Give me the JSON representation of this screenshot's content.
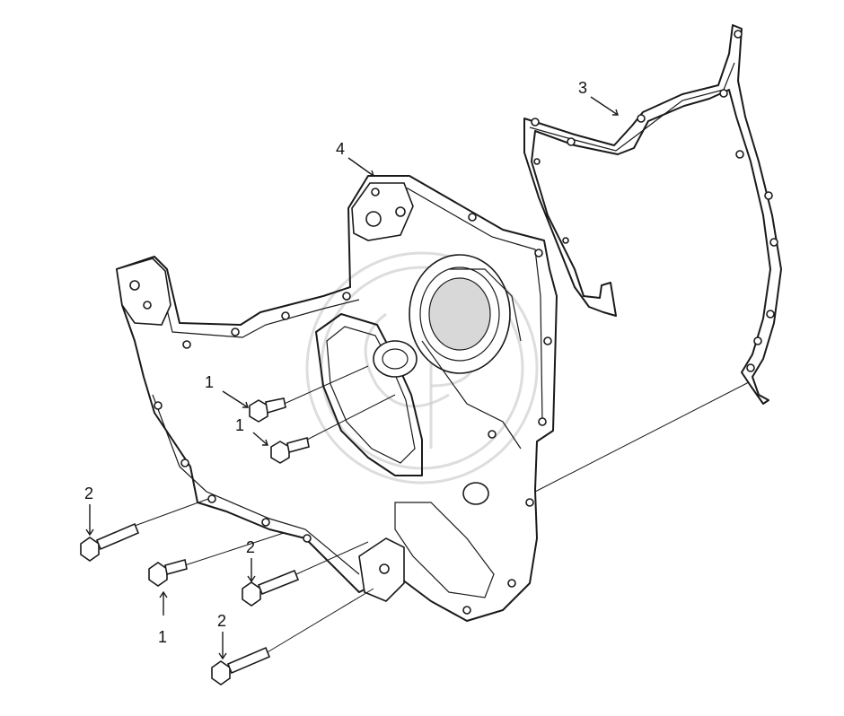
{
  "diagram": {
    "callouts": {
      "bolt_upper_a": "1",
      "bolt_upper_b": "1",
      "bolt_lower": "1",
      "bolt_left": "2",
      "bolt_mid": "2",
      "bolt_bottom": "2",
      "gasket": "3",
      "cover": "4"
    },
    "colors": {
      "line": "#1a1a1a",
      "background": "#ffffff",
      "watermark": "#cfcfcf"
    },
    "icons": {
      "watermark": "logo-watermark"
    }
  }
}
